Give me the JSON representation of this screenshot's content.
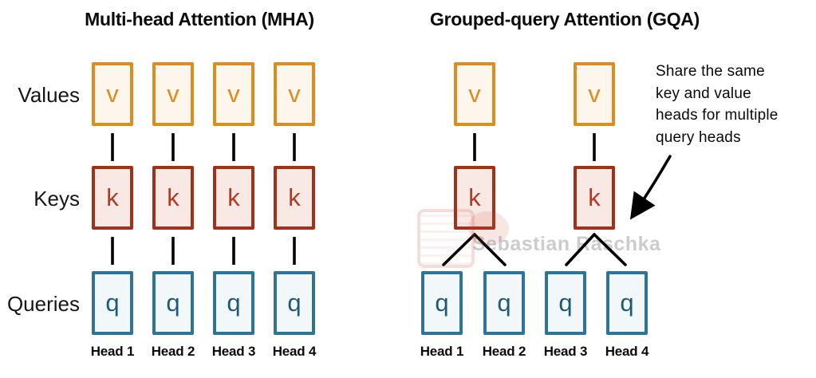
{
  "diagram": {
    "mha": {
      "title": "Multi-head Attention (MHA)",
      "row_labels": {
        "values": "Values",
        "keys": "Keys",
        "queries": "Queries"
      },
      "heads": [
        "Head 1",
        "Head 2",
        "Head 3",
        "Head 4"
      ]
    },
    "gqa": {
      "title": "Grouped-query Attention (GQA)",
      "heads": [
        "Head 1",
        "Head 2",
        "Head 3",
        "Head 4"
      ],
      "annotation": "Share the same\nkey and value\nheads for multiple\nquery heads"
    },
    "letters": {
      "value": "v",
      "key": "k",
      "query": "q"
    },
    "watermark": "Sebastian Raschka"
  },
  "colors": {
    "value_border": "#DD8C1F",
    "value_fill": "#FDF6EC",
    "value_text": "#DC8B1E",
    "key_border": "#A23119",
    "key_fill": "#F9E9E4",
    "key_text": "#B53A23",
    "query_border": "#2E7496",
    "query_fill": "#F2F7F9",
    "query_text": "#1F5B77",
    "connector": "#000000",
    "watermark_text": "#C7C7C7",
    "stamp": "#C23B28"
  }
}
